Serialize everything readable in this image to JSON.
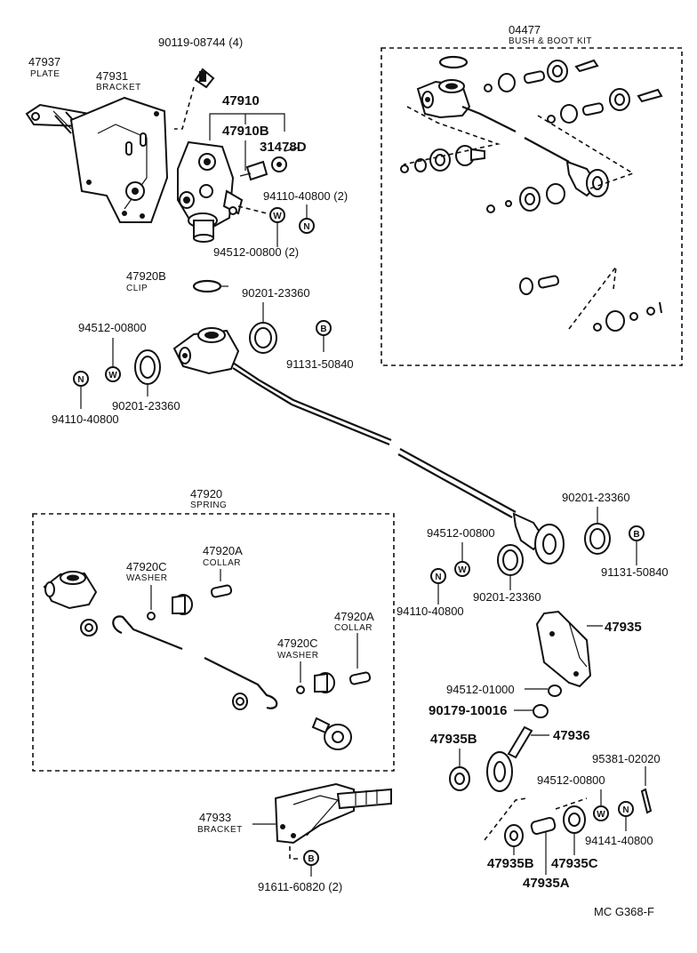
{
  "labels": {
    "p47937": "47937",
    "p47937_sub": "PLATE",
    "p47931": "47931",
    "p47931_sub": "BRACKET",
    "p90119": "90119-08744 (4)",
    "p47910": "47910",
    "p47910b": "47910B",
    "p31478d": "31478D",
    "p94110_a": "94110-40800 (2)",
    "p94512_a": "94512-00800 (2)",
    "p04477": "04477",
    "p04477_sub": "BUSH & BOOT KIT",
    "p47920b": "47920B",
    "p47920b_sub": "CLIP",
    "p90201_a": "90201-23360",
    "p94512_b": "94512-00800",
    "p91131_a": "91131-50840",
    "p90201_b": "90201-23360",
    "p94110_b": "94110-40800",
    "p47920": "47920",
    "p47920_sub": "SPRING",
    "p47920c_a": "47920C",
    "p47920c_a_sub": "WASHER",
    "p47920a_a": "47920A",
    "p47920a_a_sub": "COLLAR",
    "p47920a_b": "47920A",
    "p47920a_b_sub": "COLLAR",
    "p47920c_b": "47920C",
    "p47920c_b_sub": "WASHER",
    "p90201_c": "90201-23360",
    "p94512_c": "94512-00800",
    "p91131_b": "91131-50840",
    "p90201_d": "90201-23360",
    "p94110_c": "94110-40800",
    "p47935": "47935",
    "p94512_d": "94512-01000",
    "p90179": "90179-10016",
    "p47935b_a": "47935B",
    "p47936": "47936",
    "p95381": "95381-02020",
    "p94512_e": "94512-00800",
    "p94141": "94141-40800",
    "p47935b_b": "47935B",
    "p47935c": "47935C",
    "p47935a": "47935A",
    "p47933": "47933",
    "p47933_sub": "BRACKET",
    "p91611": "91611-60820 (2)",
    "diagram_code": "MC  G368-F"
  },
  "symbols": {
    "washer": "W",
    "nut": "N",
    "bolt": "B"
  }
}
